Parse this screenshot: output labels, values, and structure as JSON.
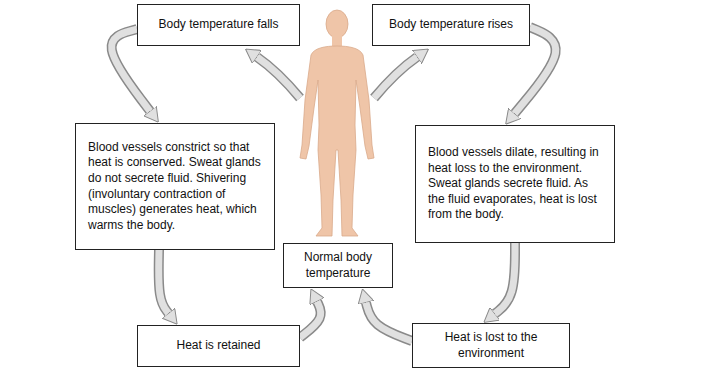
{
  "diagram": {
    "nodes": [
      {
        "text": [
          "Body temperature falls"
        ]
      },
      {
        "text": [
          "Body temperature rises"
        ]
      },
      {
        "text": [
          "Blood vessels constrict so that heat is conserved. Sweat glands do not secrete fluid. Shivering (involuntary contraction of muscles) generates heat, which warms the body."
        ]
      },
      {
        "text": [
          "Blood vessels dilate, resulting in heat loss to the environment. Sweat glands secrete fluid. As the fluid evaporates, heat is lost from the body."
        ]
      },
      {
        "text": [
          "Normal body temperature"
        ]
      },
      {
        "text": [
          "Heat is retained"
        ]
      },
      {
        "text": [
          "Heat is lost to the environment"
        ]
      }
    ],
    "edges": [
      {
        "from": 0,
        "to": 2,
        "arrow": "to"
      },
      {
        "from": 2,
        "to": 5,
        "arrow": "to"
      },
      {
        "from": 5,
        "to": 4,
        "arrow": "to"
      },
      {
        "from": 1,
        "to": 3,
        "arrow": "to"
      },
      {
        "from": 3,
        "to": 6,
        "arrow": "to"
      },
      {
        "from": 6,
        "to": 4,
        "arrow": "to"
      }
    ]
  }
}
